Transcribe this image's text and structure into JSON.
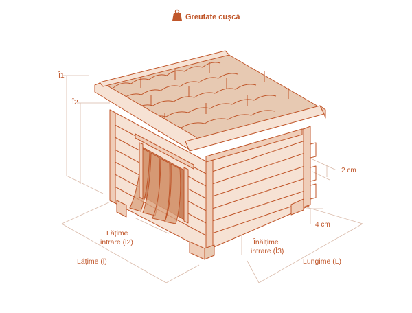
{
  "header": {
    "title": "Greutate cușcă",
    "icon": "weight-icon"
  },
  "labels": {
    "h1": "Î1",
    "h2": "Î2",
    "gap_top": "2 cm",
    "gap_bottom": "4 cm",
    "entry_width_line1": "Lățime",
    "entry_width_line2": "intrare (l2)",
    "entry_height_line1": "Înălțime",
    "entry_height_line2": "intrare (Î3)",
    "width": "Lățime (l)",
    "length": "Lungime (L)"
  },
  "colors": {
    "ink": "#c0562a",
    "wood": "#f6e2d4",
    "wood_dark": "#efcdb8",
    "shingle": "#e7c9b2",
    "flap": "#d9a07c",
    "dim_line": "#d9b9a8"
  }
}
